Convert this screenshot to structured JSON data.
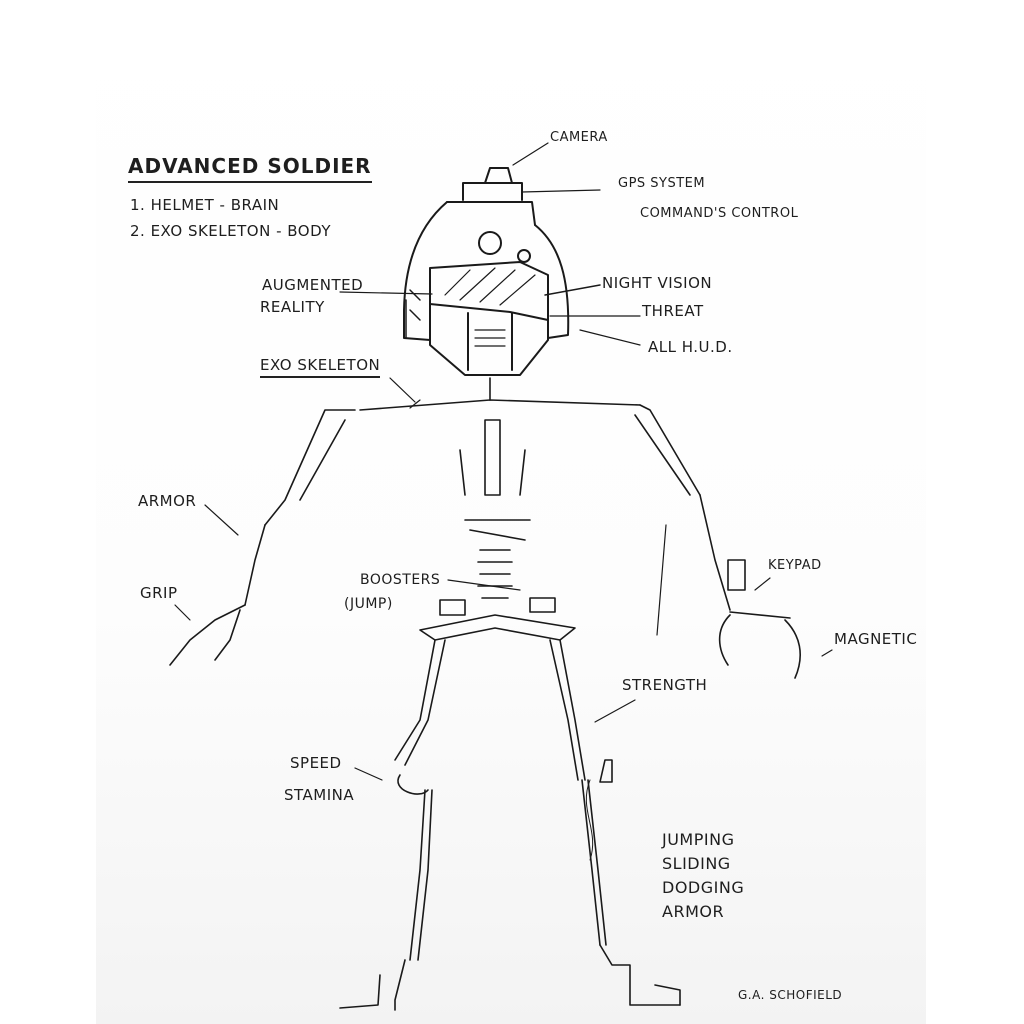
{
  "diagram": {
    "title": "Advanced Soldier",
    "outline": [
      "1. Helmet - Brain",
      "2. Exo Skeleton - Body"
    ],
    "helmet_labels": {
      "camera": "Camera",
      "gps": "GPS System",
      "command": "Command's Control",
      "augmented_line1": "Augmented",
      "augmented_line2": "Reality",
      "night_vision": "Night Vision",
      "threat": "Threat",
      "hud": "All H.U.D."
    },
    "body_labels": {
      "exoskeleton": "Exo Skeleton",
      "armor": "Armor",
      "grip": "Grip",
      "boosters_line1": "Boosters",
      "boosters_line2": "(Jump)",
      "keypad": "Keypad",
      "magnetic": "Magnetic",
      "strength": "Strength",
      "speed": "Speed",
      "stamina": "Stamina"
    },
    "abilities": [
      "Jumping",
      "Sliding",
      "Dodging",
      "Armor"
    ],
    "signature": "G.A. Schofield",
    "ink_color": "#1a1a1a",
    "paper_color": "#ffffff"
  }
}
